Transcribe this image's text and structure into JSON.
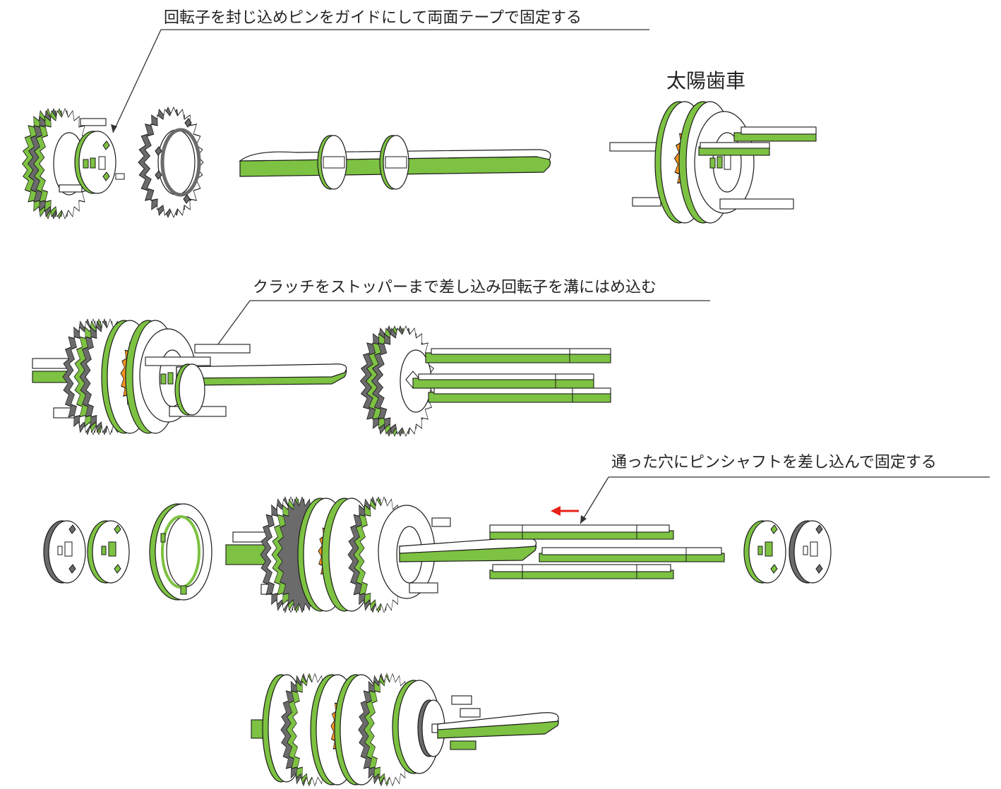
{
  "annotations": {
    "step1": "回転子を封じ込めピンをガイドにして両面テープで固定する",
    "sun_gear": "太陽歯車",
    "step2": "クラッチをストッパーまで差し込み回転子を溝にはめ込む",
    "step3": "通った穴にピンシャフトを差し込んで固定する"
  },
  "colors": {
    "face_green": "#7dc242",
    "edge_gray": "#6b6b6b",
    "gear_orange": "#f7931e",
    "outline": "#1a1a1a",
    "arrow_red": "#e8221b",
    "leader": "#333333",
    "white": "#ffffff"
  }
}
